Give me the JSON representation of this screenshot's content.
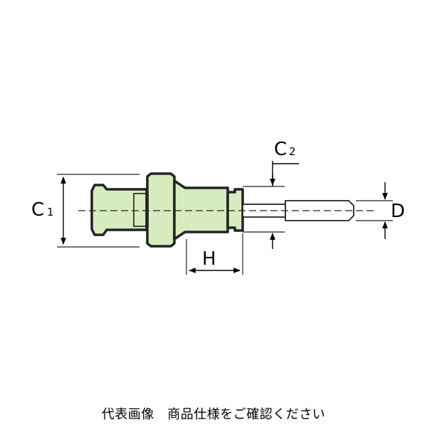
{
  "labels": {
    "c1_main": "C",
    "c1_sub": "1",
    "c2_main": "C",
    "c2_sub": "2",
    "h": "H",
    "d": "D"
  },
  "caption": "代表画像　商品仕様をご確認ください",
  "colors": {
    "body_fill": "#d6ebbe",
    "outline": "#222222",
    "shaft_fill": "#ffffff"
  }
}
